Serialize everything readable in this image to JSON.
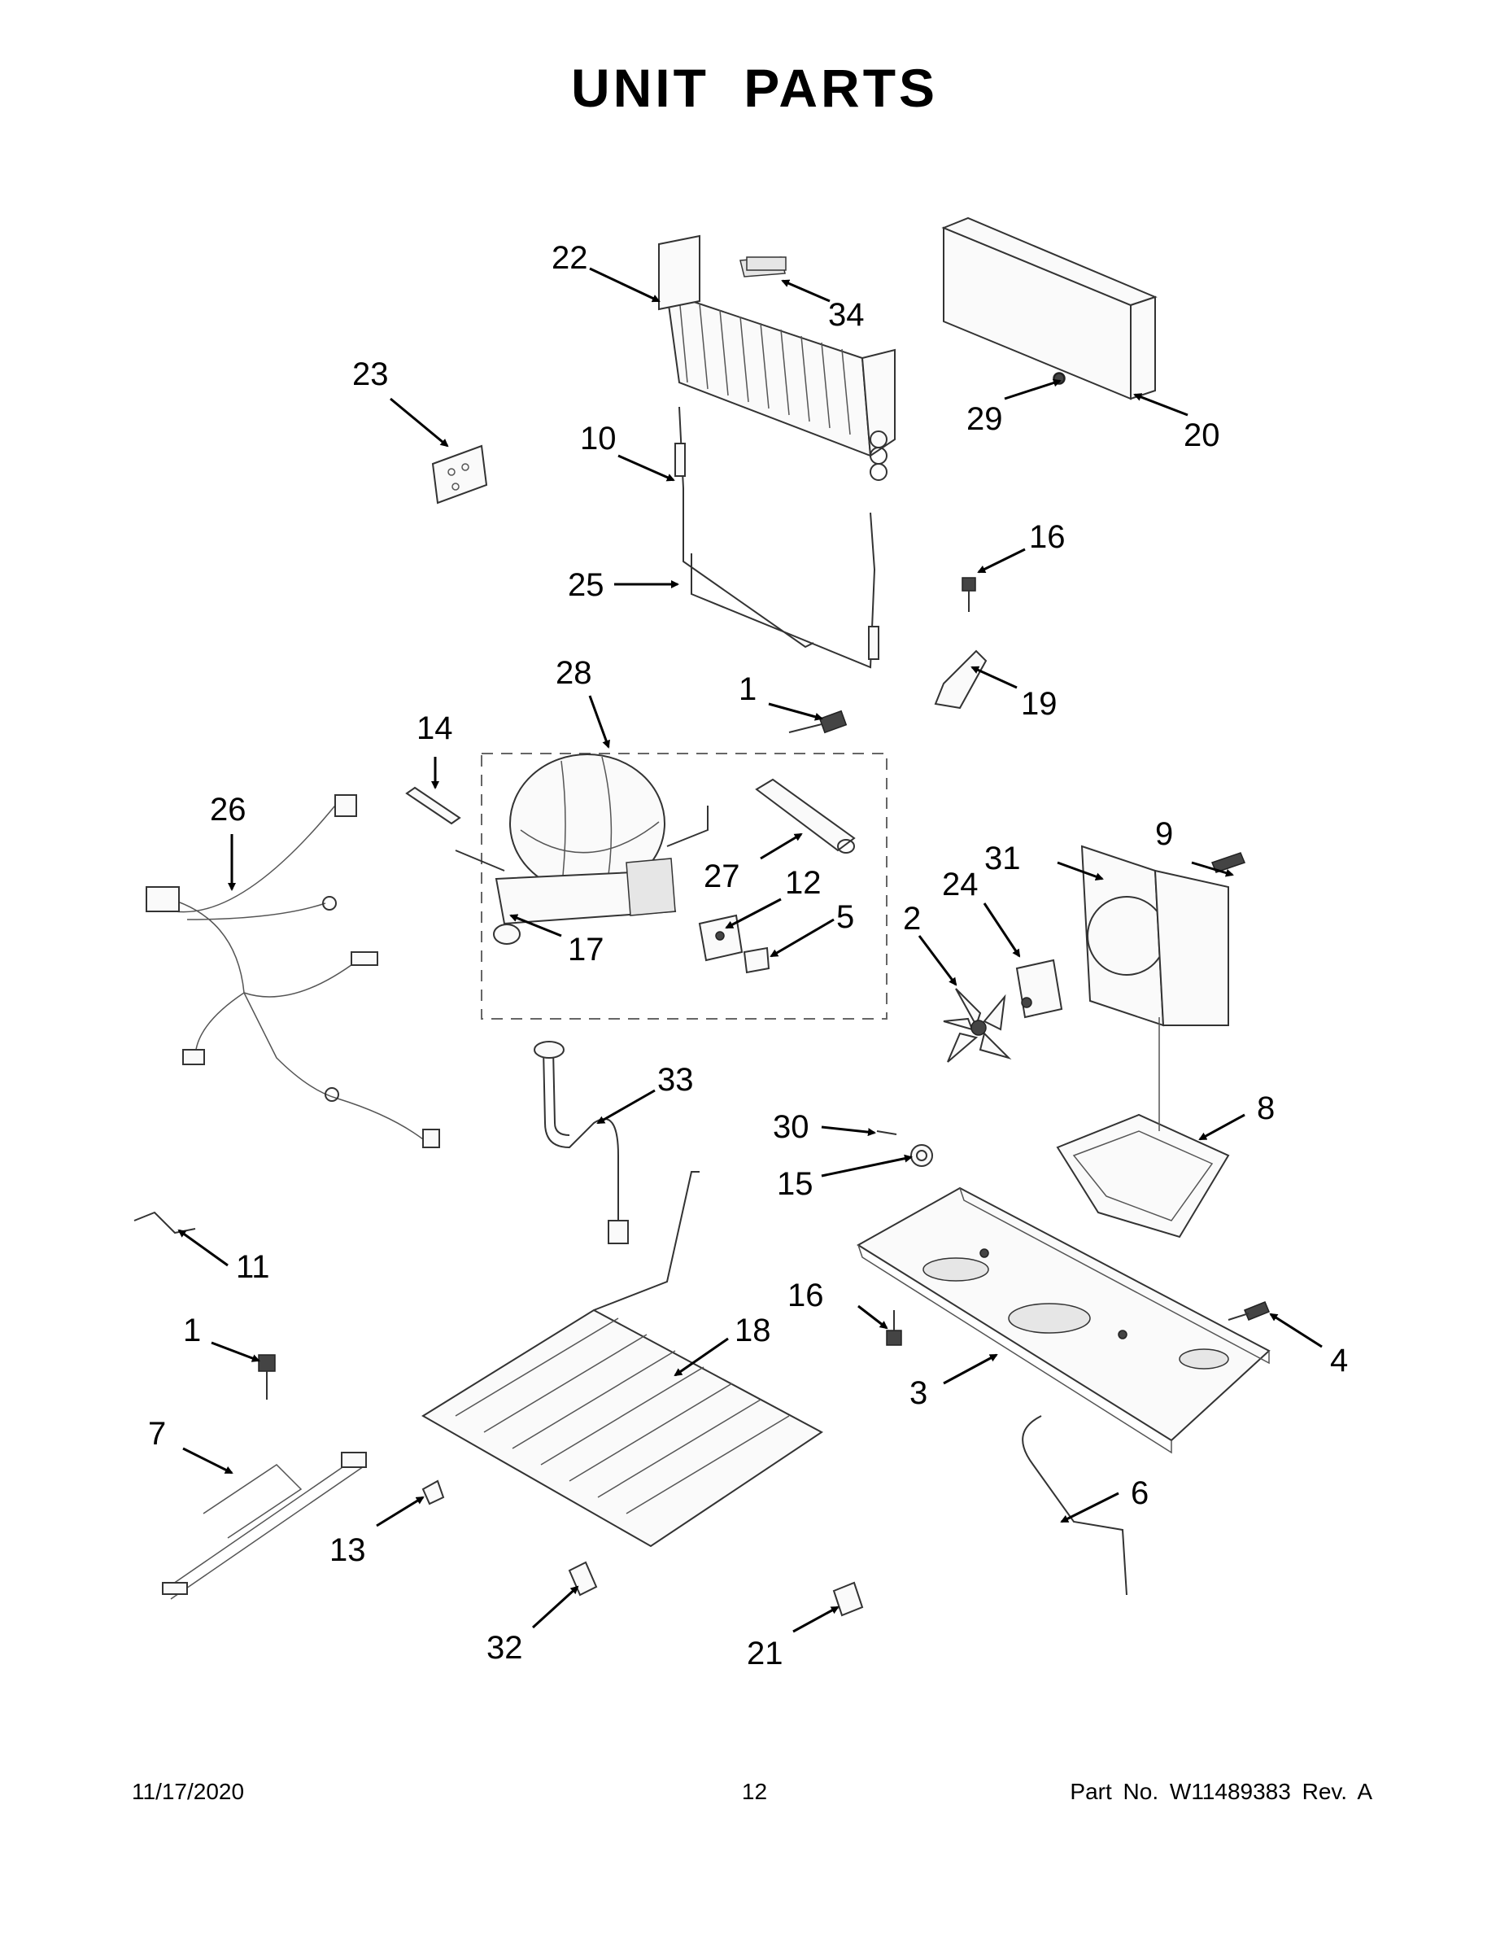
{
  "title": "UNIT PARTS",
  "callouts": [
    "1",
    "2",
    "3",
    "4",
    "5",
    "6",
    "7",
    "8",
    "9",
    "10",
    "11",
    "12",
    "13",
    "14",
    "15",
    "16",
    "17",
    "18",
    "19",
    "20",
    "21",
    "22",
    "23",
    "24",
    "25",
    "26",
    "27",
    "28",
    "29",
    "30",
    "31",
    "32",
    "33",
    "34"
  ],
  "footer": {
    "date": "11/17/2020",
    "page": "12",
    "part_number": "Part No.  W11489383  Rev.  A"
  }
}
